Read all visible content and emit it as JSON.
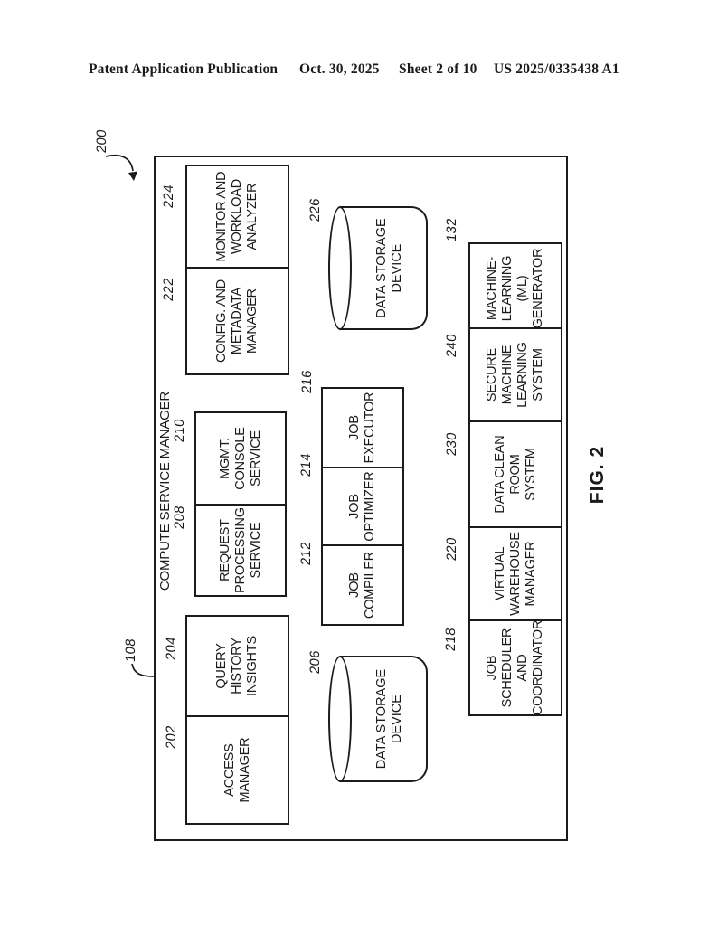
{
  "header": {
    "publication": "Patent Application Publication",
    "date": "Oct. 30, 2025",
    "sheet": "Sheet 2 of 10",
    "patent_number": "US 2025/0335438 A1"
  },
  "diagram": {
    "fig_label": "FIG. 2",
    "outer_title": "COMPUTE SERVICE MANAGER",
    "labels": {
      "access_manager": "ACCESS\nMANAGER",
      "query_history": "QUERY HISTORY\nINSIGHTS",
      "data_storage_206": "DATA STORAGE\nDEVICE",
      "request_processing": "REQUEST\nPROCESSING\nSERVICE",
      "mgmt_console": "MGMT.\nCONSOLE\nSERVICE",
      "job_compiler": "JOB\nCOMPILER",
      "job_optimizer": "JOB\nOPTIMIZER",
      "job_executor": "JOB\nEXECUTOR",
      "config_metadata": "CONFIG. AND\nMETADATA\nMANAGER",
      "monitor_workload": "MONITOR AND\nWORKLOAD\nANALYZER",
      "data_storage_226": "DATA STORAGE\nDEVICE",
      "job_scheduler": "JOB\nSCHEDULER\nAND\nCOORDINATOR",
      "virtual_warehouse": "VIRTUAL\nWAREHOUSE\nMANAGER",
      "data_clean_room": "DATA CLEAN\nROOM\nSYSTEM",
      "secure_ml": "SECURE\nMACHINE\nLEARNING\nSYSTEM",
      "ml_generator": "MACHINE-\nLEARNING\n(ML)\nGENERATOR"
    },
    "refs": {
      "r200": "200",
      "r108": "108",
      "r202": "202",
      "r204": "204",
      "r206": "206",
      "r208": "208",
      "r210": "210",
      "r212": "212",
      "r214": "214",
      "r216": "216",
      "r218": "218",
      "r220": "220",
      "r222": "222",
      "r224": "224",
      "r226": "226",
      "r230": "230",
      "r240": "240",
      "r132": "132"
    },
    "connections": [
      "access/query group <-> data storage device 206",
      "config/monitor group <-> data storage device 226",
      "request/mgmt group <-> job compiler/optimizer/executor row",
      "job row <-> scheduler/warehouse/clean-room/secure-ml/ml-generator row"
    ],
    "line_color": "#1b1b1b"
  }
}
